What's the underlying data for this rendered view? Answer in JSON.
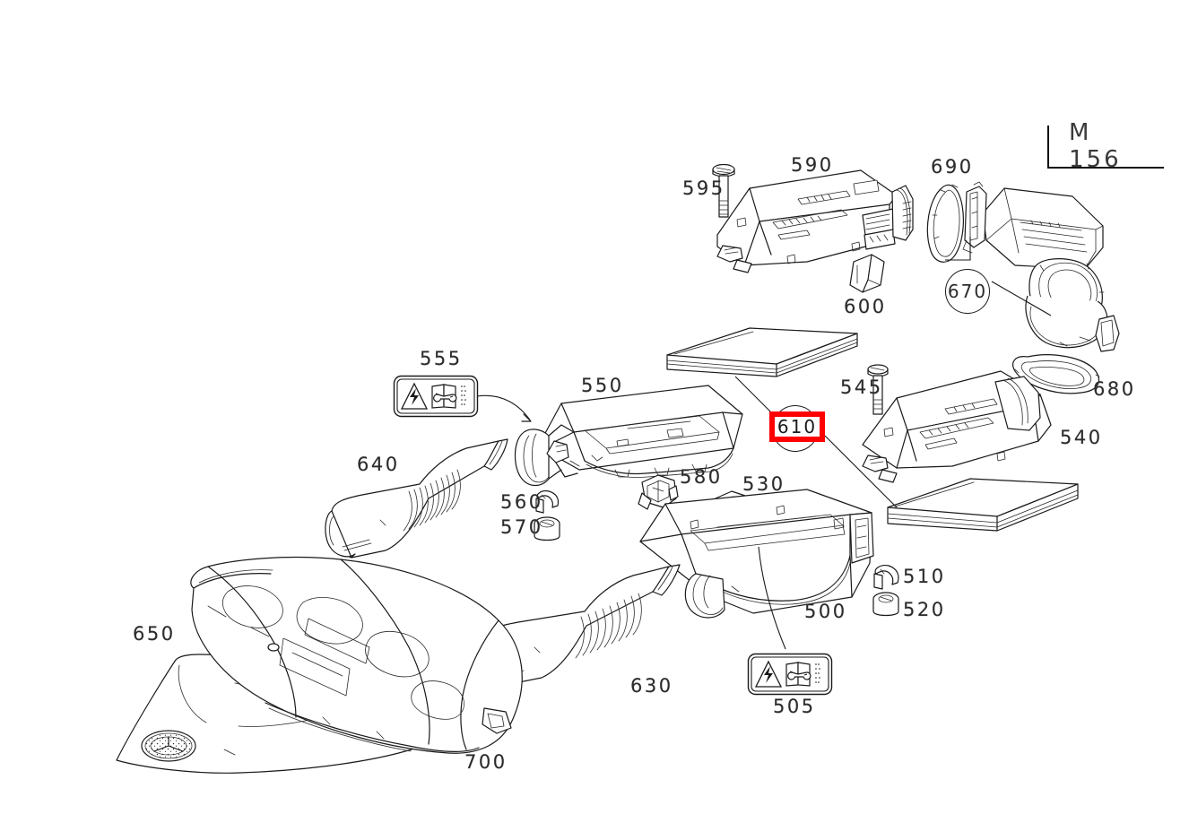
{
  "diagram": {
    "title": "M 156",
    "engine_code_box": {
      "text": "M 156"
    },
    "background_color": "#ffffff",
    "line_color": "#1a1a1a",
    "highlight_color": "#FF0000",
    "label_color": "#2b2b2b"
  },
  "highlight": {
    "part_number": "610",
    "color": "#FF0000",
    "shape": "rectangle",
    "note": "selected part callout"
  },
  "callouts": [
    {
      "number": "670",
      "style": "circle"
    },
    {
      "number": "610",
      "style": "circle-highlighted"
    }
  ],
  "part_labels": [
    {
      "number": "595",
      "name": "bolt"
    },
    {
      "number": "590",
      "name": "air-intake-manifold-cover-left"
    },
    {
      "number": "690",
      "name": "oval-seal-ring"
    },
    {
      "number": "600",
      "name": "rubber-pad"
    },
    {
      "number": "670",
      "name": "throttle-housing-assembly"
    },
    {
      "number": "680",
      "name": "large-oval-gasket"
    },
    {
      "number": "555",
      "name": "warning-label-left"
    },
    {
      "number": "550",
      "name": "air-filter-housing-cover"
    },
    {
      "number": "545",
      "name": "bolt-right"
    },
    {
      "number": "540",
      "name": "air-intake-manifold-cover-right"
    },
    {
      "number": "640",
      "name": "air-duct-left"
    },
    {
      "number": "560",
      "name": "retaining-clip"
    },
    {
      "number": "570",
      "name": "grommet"
    },
    {
      "number": "580",
      "name": "clamp-left"
    },
    {
      "number": "530",
      "name": "clamp-right"
    },
    {
      "number": "500",
      "name": "air-filter-housing-right"
    },
    {
      "number": "505",
      "name": "warning-label-right"
    },
    {
      "number": "510",
      "name": "retaining-clip-right"
    },
    {
      "number": "520",
      "name": "grommet-right"
    },
    {
      "number": "630",
      "name": "air-duct-right"
    },
    {
      "number": "650",
      "name": "engine-cover"
    },
    {
      "number": "700",
      "name": "intake-manifold-frame"
    }
  ],
  "warning_labels": [
    {
      "id": "555",
      "icons": [
        "high-voltage-triangle",
        "open-book-wrench"
      ]
    },
    {
      "id": "505",
      "icons": [
        "high-voltage-triangle",
        "open-book-wrench"
      ]
    }
  ]
}
